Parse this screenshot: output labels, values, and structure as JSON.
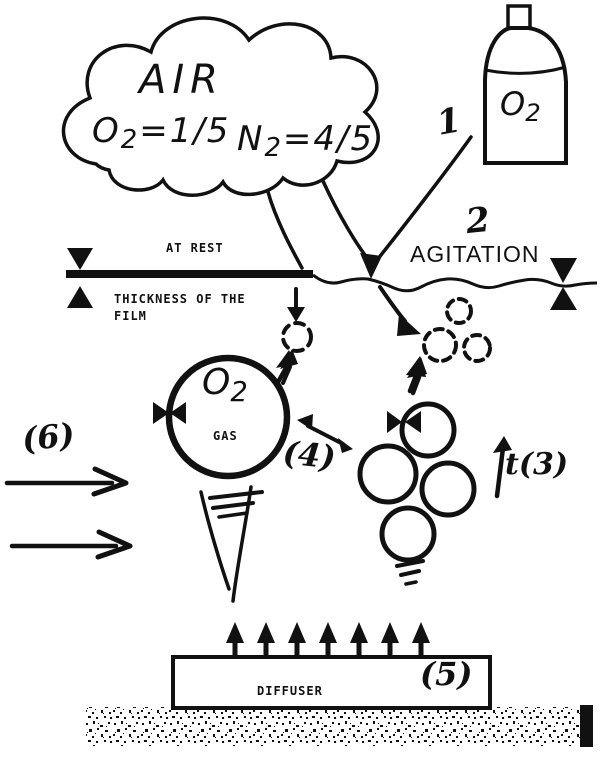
{
  "cloud": {
    "title": "AIR",
    "o2": {
      "base": "O",
      "sub": "2",
      "eq": "=1/5"
    },
    "n2": {
      "base": "N",
      "sub": "2",
      "eq": "=4/5"
    }
  },
  "bottle": {
    "label": {
      "base": "O",
      "sub": "2"
    }
  },
  "surface": {
    "at_rest": "AT REST",
    "agitation": "AGITATION",
    "film_line1": "THICKNESS OF THE",
    "film_line2": "FILM"
  },
  "gas_bubble": {
    "label": {
      "base": "O",
      "sub": "2"
    },
    "sublabel": "GAS"
  },
  "diffuser": {
    "label": "DIFFUSER"
  },
  "annotations": {
    "pure_oxygen_path": "1",
    "agitation_path": "2",
    "time": "t(3)",
    "exchange": "(4)",
    "diffuser_num": "(5)",
    "flow": "(6)"
  },
  "colors": {
    "ink": "#111111",
    "paper": "#ffffff"
  }
}
